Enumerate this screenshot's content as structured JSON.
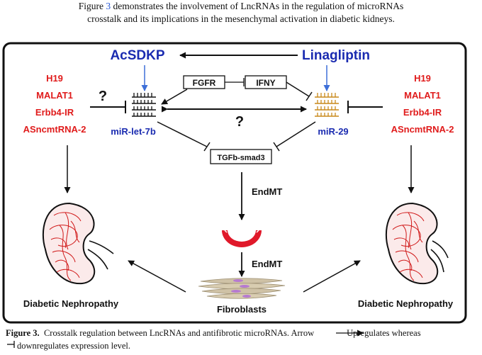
{
  "intro": {
    "line1_prefix": "Figure ",
    "line1_ref": "3",
    "line1_rest": " demonstrates the involvement of LncRNAs in the regulation of microRNAs",
    "line2": "crosstalk and its implications in the mesenchymal activation in diabetic kidneys."
  },
  "diagram": {
    "acsdkp": "AcSDKP",
    "linagliptin": "Linagliptin",
    "fgfr": "FGFR",
    "ifny": "IFNY",
    "mir_let7b": "miR-let-7b",
    "mir29": "miR-29",
    "question": "?",
    "tgfb": "TGFb-smad3",
    "endmt_1": "EndMT",
    "endmt_2": "EndMT",
    "fibroblasts": "Fibroblasts",
    "left_lnc": [
      "H19",
      "MALAT1",
      "Erbb4-IR",
      "ASncmtRNA-2"
    ],
    "right_lnc": [
      "H19",
      "MALAT1",
      "Erbb4-IR",
      "ASncmtRNA-2"
    ],
    "left_outcome": "Diabetic Nephropathy",
    "right_outcome": "Diabetic Nephropathy"
  },
  "colors": {
    "drug_blue": "#1a2bb0",
    "lnc_red": "#e01b1b",
    "mir_blue": "#1a2bb0",
    "arrow_blue": "#3d6fd8",
    "mir_gold": "#c8891a"
  },
  "caption": {
    "label": "Figure 3.",
    "text": "Crosstalk regulation between LncRNAs and antifibrotic microRNAs. Arrow",
    "upreg": "Upregulates whereas",
    "downreg": "downregulates expression level."
  }
}
